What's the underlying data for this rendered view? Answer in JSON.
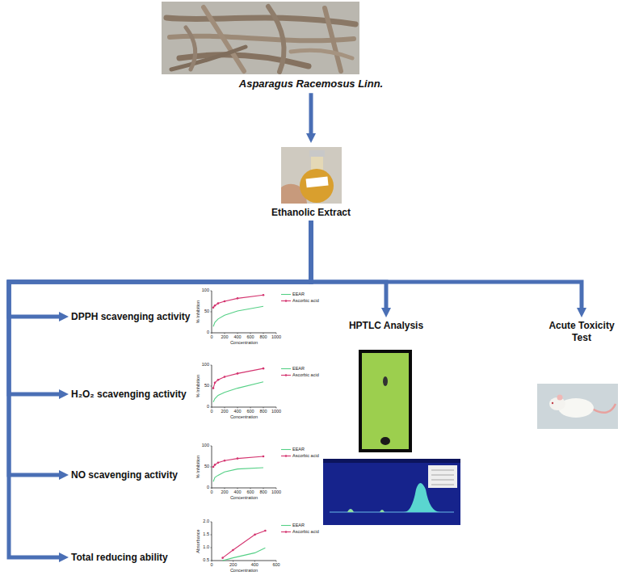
{
  "diagram": {
    "nodes": [
      {
        "text": [
          "Asparagus Racemosus Linn."
        ]
      },
      {
        "text": [
          "Ethanolic Extract"
        ]
      },
      {
        "text": [
          "DPPH scavenging activity"
        ]
      },
      {
        "text": [
          "H₂O₂ scavenging activity"
        ]
      },
      {
        "text": [
          "NO scavenging activity"
        ]
      },
      {
        "text": [
          "Total reducing ability"
        ]
      },
      {
        "text": [
          "HPTLC Analysis"
        ]
      },
      {
        "text": [
          "Acute Toxicity Test"
        ]
      }
    ],
    "edges": [
      {
        "from": 0,
        "to": 1,
        "arrow": "to"
      },
      {
        "from": 1,
        "to": 2,
        "arrow": "to"
      },
      {
        "from": 1,
        "to": 3,
        "arrow": "to"
      },
      {
        "from": 1,
        "to": 4,
        "arrow": "to"
      },
      {
        "from": 1,
        "to": 5,
        "arrow": "to"
      },
      {
        "from": 1,
        "to": 6,
        "arrow": "to"
      },
      {
        "from": 1,
        "to": 7,
        "arrow": "to"
      }
    ],
    "labels": [
      "0",
      "50",
      "100",
      "0",
      "200",
      "400",
      "600",
      "800",
      "1000",
      "% Inhibition",
      "Concentration",
      "0",
      "50",
      "100",
      "0",
      "200",
      "400",
      "600",
      "800",
      "1000",
      "% Inhibition",
      "Concentration",
      "0",
      "50",
      "100",
      "0",
      "200",
      "400",
      "600",
      "800",
      "1000",
      "% Inhibition",
      "Concentration",
      "0.5",
      "1.0",
      "1.5",
      "2.0",
      "0",
      "200",
      "400",
      "600",
      "Absorbance",
      "Concentration"
    ],
    "legend": [
      {
        "text": "EEAR"
      },
      {
        "text": "Ascorbic acid"
      },
      {
        "text": "EEAR"
      },
      {
        "text": "Ascorbic acid"
      },
      {
        "text": "EEAR"
      },
      {
        "text": "Ascorbic acid"
      },
      {
        "text": "EEAR"
      },
      {
        "text": "Ascorbic acid"
      }
    ]
  }
}
